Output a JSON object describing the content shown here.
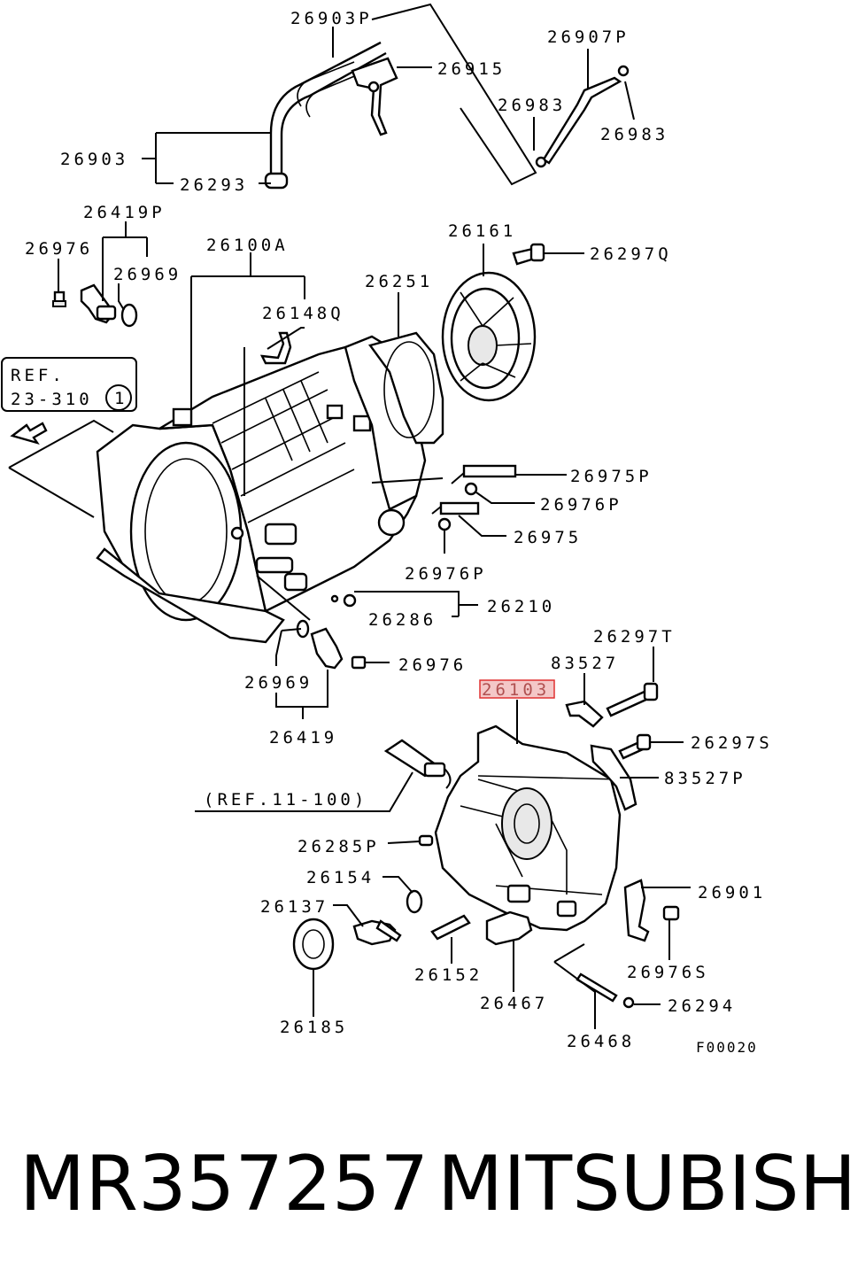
{
  "labels": {
    "p26903P": "26903P",
    "p26915": "26915",
    "p26907P": "26907P",
    "p26983a": "26983",
    "p26983b": "26983",
    "p26903": "26903",
    "p26293": "26293",
    "p26419P": "26419P",
    "p26976a": "26976",
    "p26969a": "26969",
    "p26100A": "26100A",
    "p26251": "26251",
    "p26161": "26161",
    "p26297Q": "26297Q",
    "p26148Q": "26148Q",
    "ref_line1": "REF.",
    "ref_line2": "23-310",
    "ref_circle": "1",
    "p26975P": "26975P",
    "p26976P_a": "26976P",
    "p26975": "26975",
    "p26976P_b": "26976P",
    "p26210": "26210",
    "p26286": "26286",
    "p26976b": "26976",
    "p26969b": "26969",
    "p26419": "26419",
    "p26297T": "26297T",
    "p83527": "83527",
    "p26103": "26103",
    "p26297S": "26297S",
    "p83527P": "83527P",
    "ref_11_100": "(REF.11-100)",
    "p26285P": "26285P",
    "p26154": "26154",
    "p26901": "26901",
    "p26137": "26137",
    "p26976S": "26976S",
    "p26152": "26152",
    "p26467": "26467",
    "p26294": "26294",
    "p26185": "26185",
    "p26468": "26468",
    "figure_code": "F00020"
  },
  "footer": {
    "part_number": "MR357257",
    "brand": "MITSUBISHI"
  },
  "colors": {
    "highlight_fill": "#f4c7c7",
    "highlight_stroke": "#e03030",
    "line": "#000000"
  }
}
